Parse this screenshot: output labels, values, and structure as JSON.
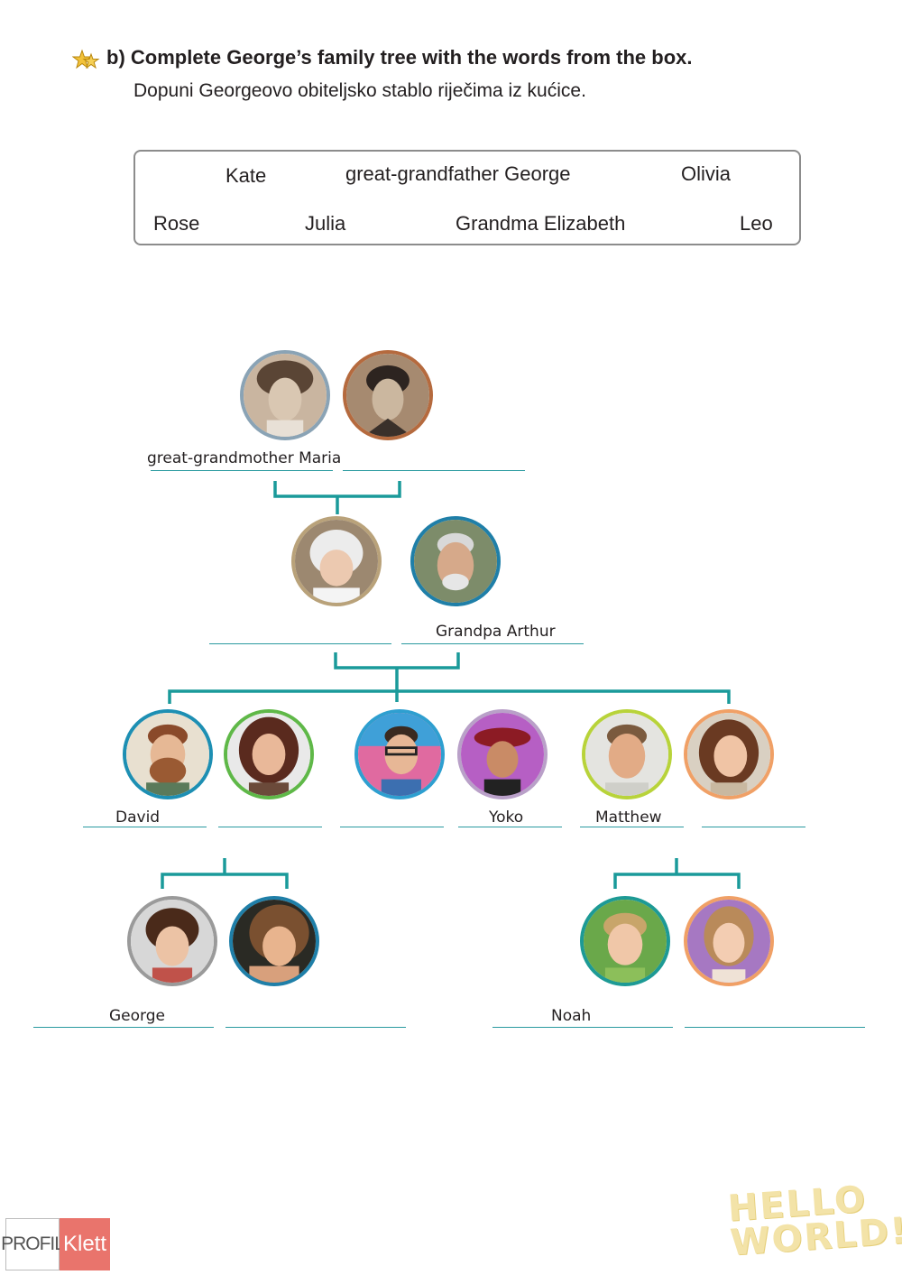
{
  "exercise": {
    "title": "b) Complete George’s family tree with the words from the box.",
    "subtitle": "Dopuni Georgeovo obiteljsko stablo riječima iz kućice."
  },
  "word_box": [
    "Kate",
    "great-grandfather George",
    "Olivia",
    "Rose",
    "Julia",
    "Grandma Elizabeth",
    "Leo"
  ],
  "tree": {
    "great_grandmother": "great-grandmother Maria",
    "great_grandfather": "",
    "grandmother": "",
    "grandfather": "Grandpa Arthur",
    "david": "David",
    "david_wife": "",
    "yoko_husband": "",
    "yoko": "Yoko",
    "matthew": "Matthew",
    "matthew_wife": "",
    "george": "George",
    "george_sister": "",
    "noah": "Noah",
    "noah_sister": ""
  },
  "colors": {
    "connector": "#1a9a9a",
    "answer_line": "#2a9aa0"
  },
  "footer": {
    "publisher_left": "PROFIL",
    "publisher_right": "Klett",
    "brand_line1": "HELLO",
    "brand_line2": "WORLD!"
  }
}
